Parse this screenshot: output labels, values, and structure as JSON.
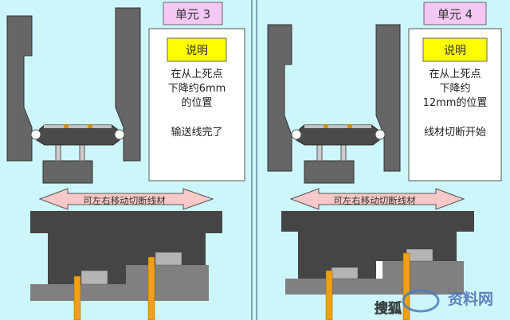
{
  "panels": [
    {
      "title": "单元 3",
      "note_header": "说明",
      "note_lines": [
        "在从上死点",
        "下降约6mm",
        "的位置",
        "",
        "输送线完了"
      ],
      "arrow_label": "可左右移动切断线材"
    },
    {
      "title": "单元 4",
      "note_header": "说明",
      "note_lines": [
        "在从上死点",
        "下降约",
        "12mm的位置",
        "",
        "线材切断开始"
      ],
      "arrow_label": "可左右移动切断线材"
    }
  ],
  "watermark": {
    "left": "搜狐",
    "right": "资料网"
  },
  "colors": {
    "background": "#cdf6fb",
    "title_box": "#f4c8f4",
    "note_header": "#ffff00",
    "arrow": "#f9c8c8",
    "upper_die": "#454545",
    "lower_die": "#808080",
    "block": "#b4b4b4",
    "pin": "#f0a010"
  }
}
